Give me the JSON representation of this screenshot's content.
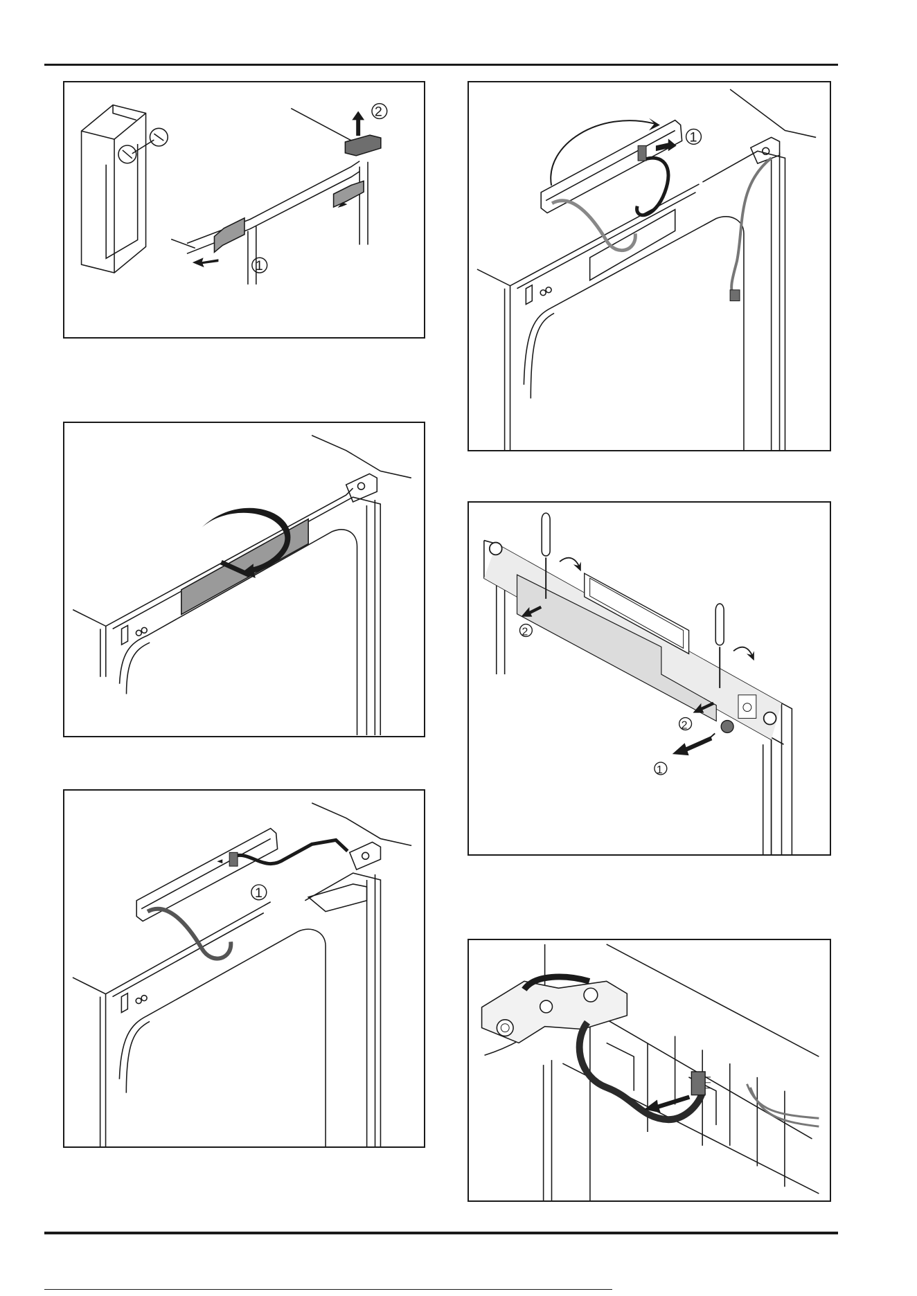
{
  "figures": [
    {
      "id": "remove-covers",
      "callouts": [
        "2",
        "1"
      ]
    },
    {
      "id": "pull-cables",
      "callouts": [
        "1"
      ]
    },
    {
      "id": "flip-panel",
      "callouts": []
    },
    {
      "id": "unscrew-bar",
      "callouts": [
        "2",
        "2",
        "1"
      ]
    },
    {
      "id": "disconnect-plug",
      "callouts": [
        "1"
      ]
    },
    {
      "id": "unplug-cable",
      "callouts": []
    }
  ],
  "colors": {
    "line": "#1a1a1a",
    "panel": "#9a9a9a",
    "light_panel": "#dcdcdc",
    "fill_dark": "#6e6e6e"
  }
}
